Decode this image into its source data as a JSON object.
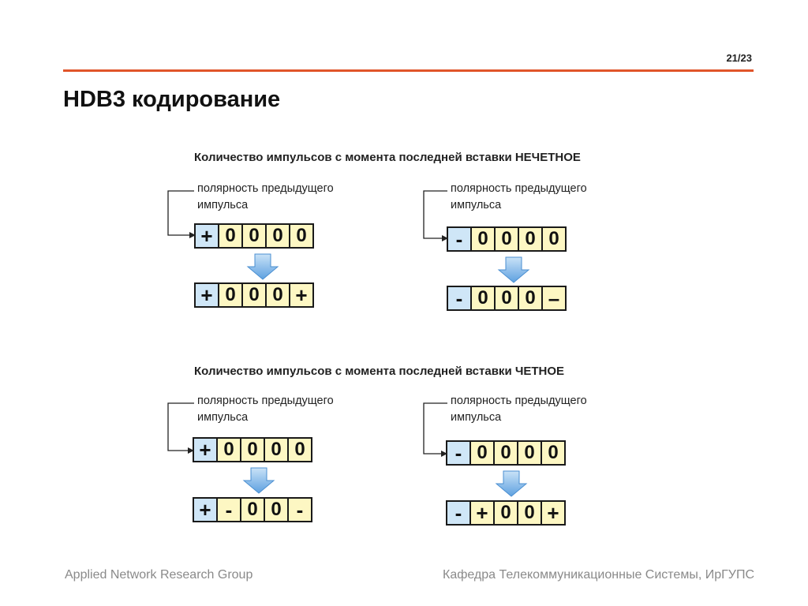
{
  "slide": {
    "number": "21/23",
    "title": "HDB3 кодирование"
  },
  "colors": {
    "accent_rule": "#e0542a",
    "first_cell": "#cfe6f7",
    "cells": "#fdf7c3",
    "arrow": "#7fb6e8"
  },
  "sections": [
    {
      "heading": "Количество импульсов с момента последней вставки НЕЧЕТНОЕ",
      "examples": [
        {
          "label_line1": "полярность предыдущего",
          "label_line2": "импульса",
          "input": [
            "+",
            "0",
            "0",
            "0",
            "0"
          ],
          "output": [
            "+",
            "0",
            "0",
            "0",
            "+"
          ]
        },
        {
          "label_line1": "полярность предыдущего",
          "label_line2": "импульса",
          "input": [
            "-",
            "0",
            "0",
            "0",
            "0"
          ],
          "output": [
            "-",
            "0",
            "0",
            "0",
            "–"
          ]
        }
      ]
    },
    {
      "heading": "Количество импульсов с момента последней вставки ЧЕТНОЕ",
      "examples": [
        {
          "label_line1": "полярность предыдущего",
          "label_line2": "импульса",
          "input": [
            "+",
            "0",
            "0",
            "0",
            "0"
          ],
          "output": [
            "+",
            "-",
            "0",
            "0",
            "-"
          ]
        },
        {
          "label_line1": "полярность предыдущего",
          "label_line2": "импульса",
          "input": [
            "-",
            "0",
            "0",
            "0",
            "0"
          ],
          "output": [
            "-",
            "+",
            "0",
            "0",
            "+"
          ]
        }
      ]
    }
  ],
  "footer": {
    "left": "Applied Network Research Group",
    "right": "Кафедра Телекоммуникационные Системы, ИрГУПС"
  }
}
